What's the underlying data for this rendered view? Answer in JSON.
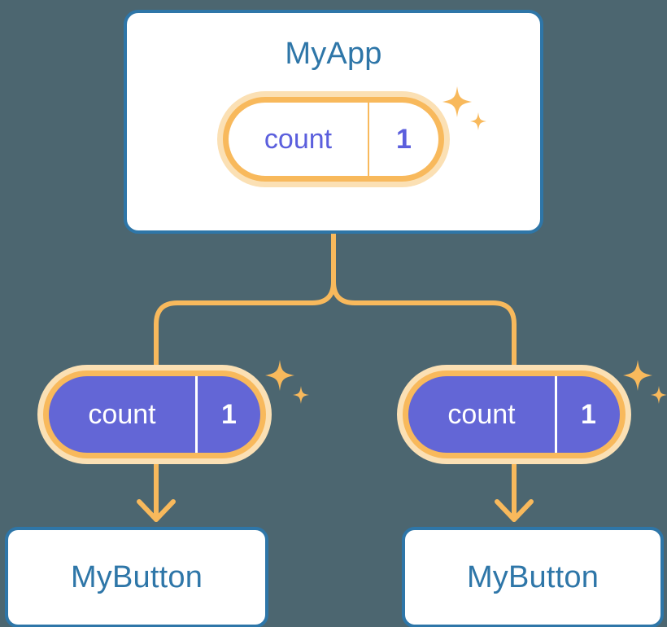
{
  "background_color": "#4c6670",
  "colors": {
    "card_border": "#2e76a8",
    "card_text": "#2e76a8",
    "card_background": "#ffffff",
    "accent_orange": "#f8b95c",
    "accent_orange_glow": "#fbe0b4",
    "state_purple": "#6366d6",
    "state_text_light": "#5b5fdd",
    "state_text_on_fill": "#ffffff"
  },
  "app": {
    "title": "MyApp",
    "state": {
      "key": "count",
      "value": "1",
      "variant": "outlined"
    },
    "sparkle_icon": "sparkles-icon"
  },
  "children": [
    {
      "state": {
        "key": "count",
        "value": "1",
        "variant": "filled"
      },
      "sparkle_icon": "sparkles-icon",
      "component": {
        "title": "MyButton"
      }
    },
    {
      "state": {
        "key": "count",
        "value": "1",
        "variant": "filled"
      },
      "sparkle_icon": "sparkles-icon",
      "component": {
        "title": "MyButton"
      }
    }
  ],
  "connectors": {
    "trunk_icon": "branch-connector",
    "arrow_icon": "arrow-down-icon",
    "stroke_color": "#f8b95c",
    "stroke_width": 6
  }
}
